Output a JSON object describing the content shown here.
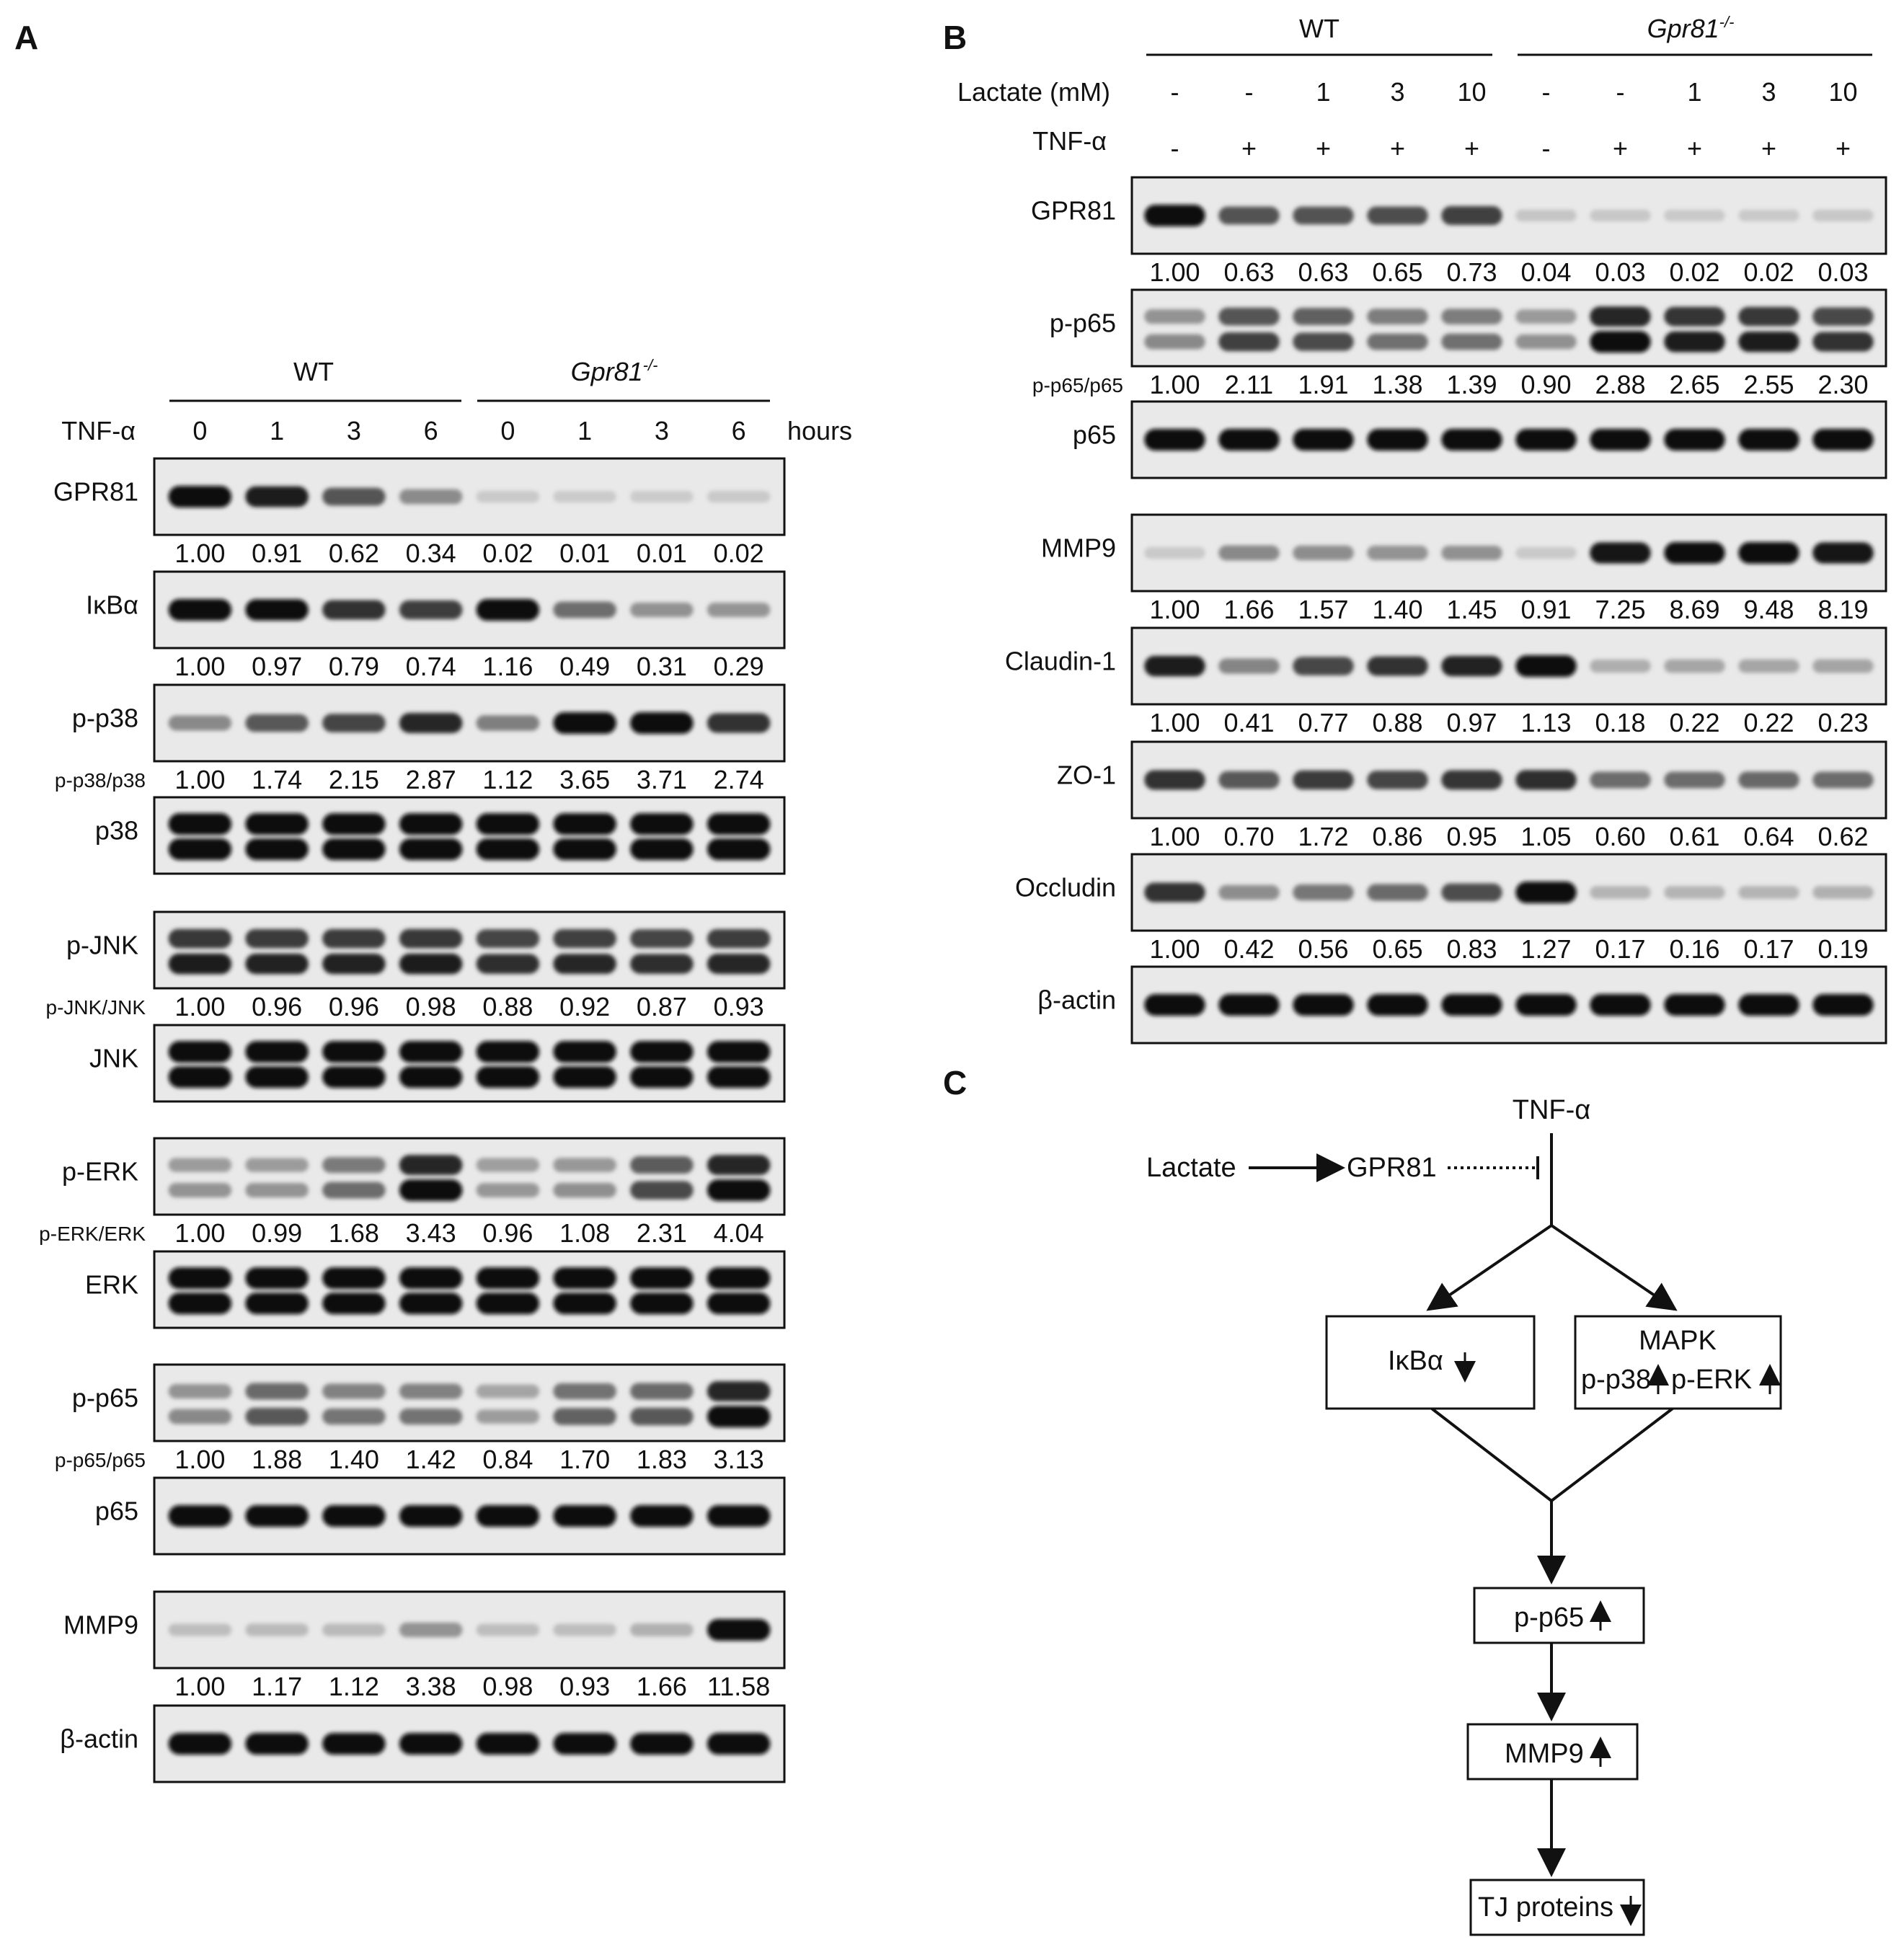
{
  "panel_labels": {
    "a": "A",
    "b": "B",
    "c": "C"
  },
  "panel_a": {
    "groups": [
      {
        "name": "WT"
      },
      {
        "name": "Gpr81",
        "sup": "-/-"
      }
    ],
    "treatment_label": "TNF-α",
    "timepoints": [
      "0",
      "1",
      "3",
      "6",
      "0",
      "1",
      "3",
      "6"
    ],
    "time_unit": "hours",
    "blots": [
      {
        "label": "GPR81",
        "values": [
          "1.00",
          "0.91",
          "0.62",
          "0.34",
          "0.02",
          "0.01",
          "0.01",
          "0.02"
        ],
        "intensity": [
          1.0,
          0.91,
          0.62,
          0.34,
          0.02,
          0.01,
          0.01,
          0.02
        ],
        "bands": 1
      },
      {
        "label": "IκBα",
        "values": [
          "1.00",
          "0.97",
          "0.79",
          "0.74",
          "1.16",
          "0.49",
          "0.31",
          "0.29"
        ],
        "intensity": [
          1.0,
          0.97,
          0.79,
          0.74,
          1.16,
          0.49,
          0.31,
          0.29
        ],
        "bands": 1
      },
      {
        "label": "p-p38",
        "ratio_label": "p-p38/p38",
        "values": [
          "1.00",
          "1.74",
          "2.15",
          "2.87",
          "1.12",
          "3.65",
          "3.71",
          "2.74"
        ],
        "intensity": [
          0.35,
          0.6,
          0.7,
          0.85,
          0.4,
          1.0,
          1.0,
          0.8
        ],
        "bands": 1
      },
      {
        "label": "p38",
        "intensity": [
          1,
          1,
          1,
          1,
          1,
          1,
          1,
          1
        ],
        "bands": 2
      },
      {
        "label": "p-JNK",
        "ratio_label": "p-JNK/JNK",
        "values": [
          "1.00",
          "0.96",
          "0.96",
          "0.98",
          "0.88",
          "0.92",
          "0.87",
          "0.93"
        ],
        "intensity": [
          0.9,
          0.88,
          0.88,
          0.9,
          0.82,
          0.85,
          0.82,
          0.86
        ],
        "bands": 2
      },
      {
        "label": "JNK",
        "intensity": [
          1,
          1,
          1,
          1,
          1,
          1,
          1,
          1
        ],
        "bands": 2
      },
      {
        "label": "p-ERK",
        "ratio_label": "p-ERK/ERK",
        "values": [
          "1.00",
          "0.99",
          "1.68",
          "3.43",
          "0.96",
          "1.08",
          "2.31",
          "4.04"
        ],
        "intensity": [
          0.3,
          0.3,
          0.5,
          1.0,
          0.28,
          0.32,
          0.68,
          1.0
        ],
        "bands": 2
      },
      {
        "label": "ERK",
        "intensity": [
          1,
          1,
          1,
          1,
          1,
          1,
          1,
          1
        ],
        "bands": 2
      },
      {
        "label": "p-p65",
        "ratio_label": "p-p65/p65",
        "values": [
          "1.00",
          "1.88",
          "1.40",
          "1.42",
          "0.84",
          "1.70",
          "1.83",
          "3.13"
        ],
        "intensity": [
          0.35,
          0.6,
          0.45,
          0.46,
          0.25,
          0.55,
          0.6,
          1.0
        ],
        "bands": 2
      },
      {
        "label": "p65",
        "intensity": [
          1,
          1,
          1,
          1,
          1,
          1,
          1,
          1
        ],
        "bands": 1
      },
      {
        "label": "MMP9",
        "values": [
          "1.00",
          "1.17",
          "1.12",
          "3.38",
          "0.98",
          "0.93",
          "1.66",
          "11.58"
        ],
        "intensity": [
          0.08,
          0.1,
          0.1,
          0.3,
          0.08,
          0.08,
          0.15,
          1.0
        ],
        "bands": 1
      },
      {
        "label": "β-actin",
        "intensity": [
          1,
          1,
          1,
          1,
          1,
          1,
          1,
          1
        ],
        "bands": 1
      }
    ]
  },
  "panel_b": {
    "groups": [
      {
        "name": "WT"
      },
      {
        "name": "Gpr81",
        "sup": "-/-"
      }
    ],
    "lactate_label": "Lactate (mM)",
    "lactate": [
      "-",
      "-",
      "1",
      "3",
      "10",
      "-",
      "-",
      "1",
      "3",
      "10"
    ],
    "tnf_label": "TNF-α",
    "tnf": [
      "-",
      "+",
      "+",
      "+",
      "+",
      "-",
      "+",
      "+",
      "+",
      "+"
    ],
    "blots": [
      {
        "label": "GPR81",
        "values": [
          "1.00",
          "0.63",
          "0.63",
          "0.65",
          "0.73",
          "0.04",
          "0.03",
          "0.02",
          "0.02",
          "0.03"
        ],
        "intensity": [
          1.0,
          0.63,
          0.63,
          0.65,
          0.73,
          0.04,
          0.03,
          0.02,
          0.02,
          0.03
        ],
        "bands": 1
      },
      {
        "label": "p-p65",
        "ratio_label": "p-p65/p65",
        "values": [
          "1.00",
          "2.11",
          "1.91",
          "1.38",
          "1.39",
          "0.90",
          "2.88",
          "2.65",
          "2.55",
          "2.30"
        ],
        "intensity": [
          0.35,
          0.73,
          0.66,
          0.48,
          0.48,
          0.31,
          1.0,
          0.92,
          0.89,
          0.8
        ],
        "bands": 2
      },
      {
        "label": "p65",
        "intensity": [
          1,
          1,
          1,
          1,
          1,
          1,
          1,
          1,
          1,
          1
        ],
        "bands": 1
      },
      {
        "label": "MMP9",
        "values": [
          "1.00",
          "1.66",
          "1.57",
          "1.40",
          "1.45",
          "0.91",
          "7.25",
          "8.69",
          "9.48",
          "8.19"
        ],
        "intensity": [
          0.02,
          0.35,
          0.33,
          0.3,
          0.31,
          0.02,
          0.95,
          1.0,
          1.0,
          0.95
        ],
        "bands": 1
      },
      {
        "label": "Claudin-1",
        "values": [
          "1.00",
          "0.41",
          "0.77",
          "0.88",
          "0.97",
          "1.13",
          "0.18",
          "0.22",
          "0.22",
          "0.23"
        ],
        "intensity": [
          0.9,
          0.37,
          0.69,
          0.79,
          0.87,
          1.0,
          0.16,
          0.2,
          0.2,
          0.21
        ],
        "bands": 1
      },
      {
        "label": "ZO-1",
        "values": [
          "1.00",
          "0.70",
          "1.72",
          "0.86",
          "0.95",
          "1.05",
          "0.60",
          "0.61",
          "0.64",
          "0.62"
        ],
        "intensity": [
          0.8,
          0.6,
          0.75,
          0.7,
          0.78,
          0.82,
          0.5,
          0.5,
          0.52,
          0.5
        ],
        "bands": 1
      },
      {
        "label": "Occludin",
        "values": [
          "1.00",
          "0.42",
          "0.56",
          "0.65",
          "0.83",
          "1.27",
          "0.17",
          "0.16",
          "0.17",
          "0.19"
        ],
        "intensity": [
          0.79,
          0.33,
          0.44,
          0.51,
          0.65,
          1.0,
          0.13,
          0.13,
          0.13,
          0.15
        ],
        "bands": 1
      },
      {
        "label": "β-actin",
        "intensity": [
          1,
          1,
          1,
          1,
          1,
          1,
          1,
          1,
          1,
          1
        ],
        "bands": 1
      }
    ]
  },
  "panel_c": {
    "tnf": "TNF-α",
    "lactate": "Lactate",
    "gpr81": "GPR81",
    "ikba": "IκBα",
    "mapk": "MAPK",
    "pp38": "p-p38",
    "perk": "p-ERK",
    "pp65": "p-p65",
    "mmp9": "MMP9",
    "tj": "TJ proteins"
  }
}
